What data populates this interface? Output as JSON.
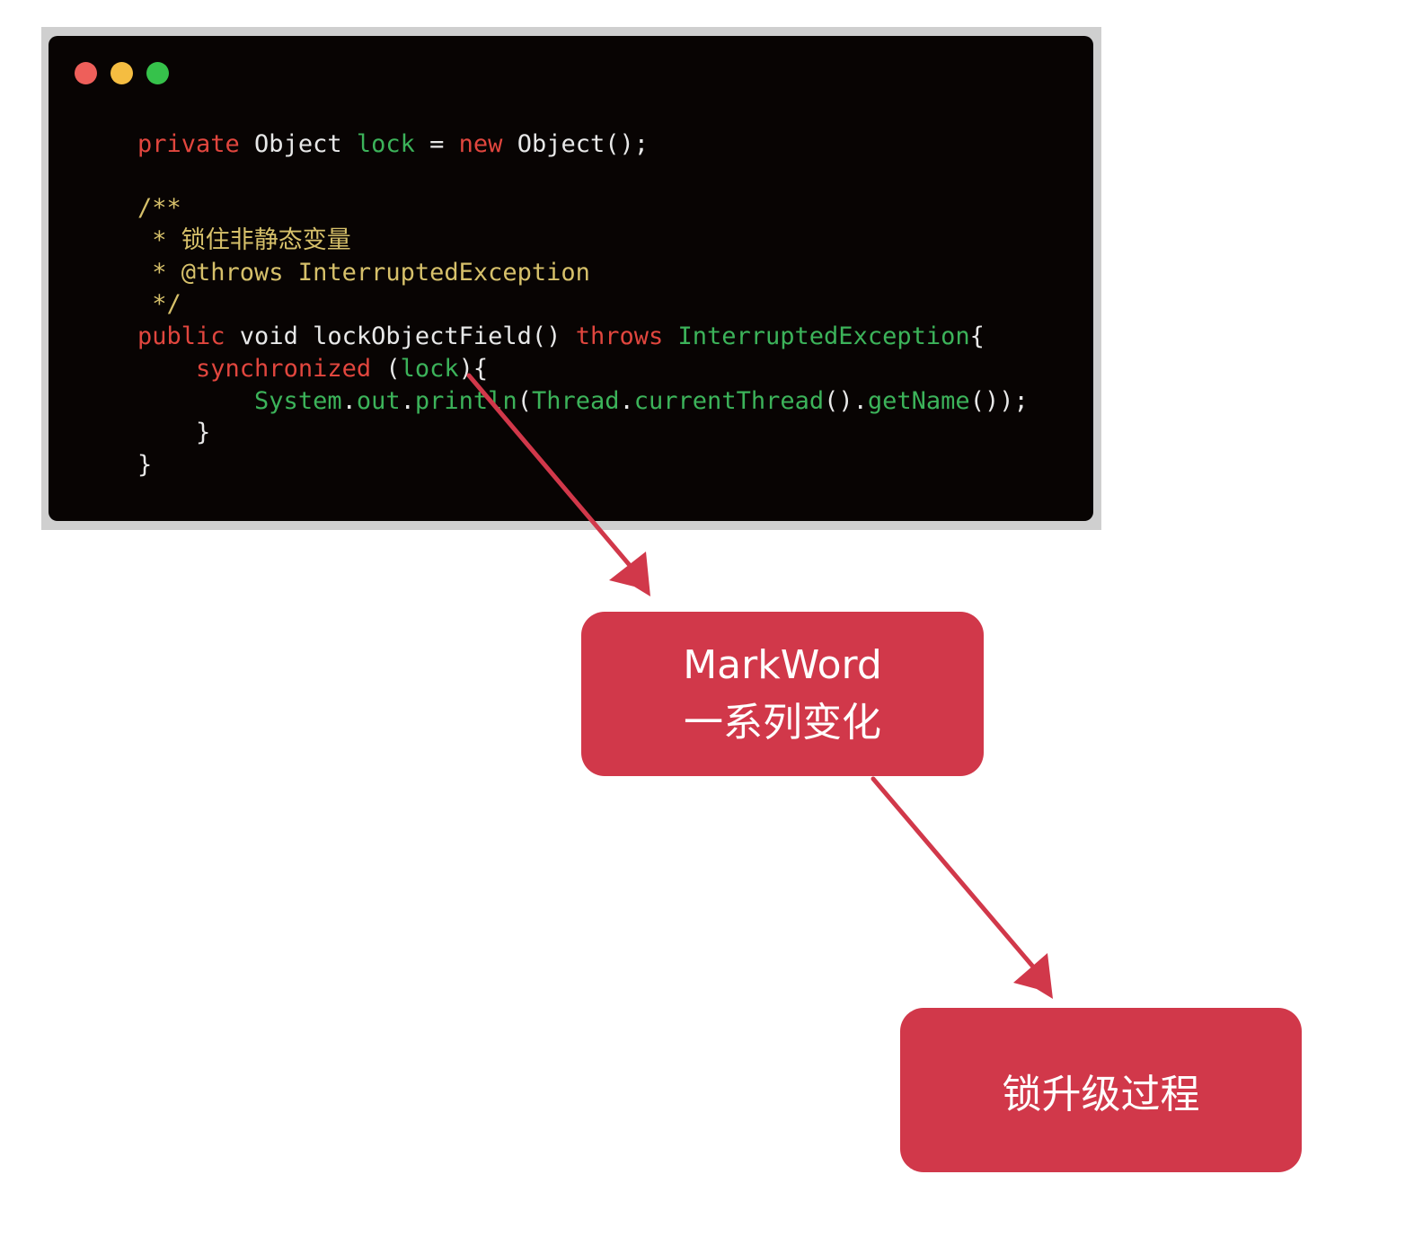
{
  "code_window": {
    "dots": [
      "close",
      "minimize",
      "maximize"
    ],
    "lines": [
      [
        {
          "t": "private",
          "c": "kw"
        },
        {
          "t": " Object ",
          "c": "ty"
        },
        {
          "t": "lock",
          "c": "gr"
        },
        {
          "t": " = ",
          "c": "pl"
        },
        {
          "t": "new",
          "c": "kw"
        },
        {
          "t": " Object();",
          "c": "ty"
        }
      ],
      [],
      [
        {
          "t": "/**",
          "c": "cm"
        }
      ],
      [
        {
          "t": " * 锁住非静态变量",
          "c": "cm"
        }
      ],
      [
        {
          "t": " * @throws InterruptedException",
          "c": "cm"
        }
      ],
      [
        {
          "t": " */",
          "c": "cm"
        }
      ],
      [
        {
          "t": "public",
          "c": "kw"
        },
        {
          "t": " void lockObjectField() ",
          "c": "ty"
        },
        {
          "t": "throws",
          "c": "kw"
        },
        {
          "t": " ",
          "c": "pl"
        },
        {
          "t": "InterruptedException",
          "c": "gr"
        },
        {
          "t": "{",
          "c": "pl"
        }
      ],
      [
        {
          "t": "    ",
          "c": "pl"
        },
        {
          "t": "synchronized",
          "c": "kw"
        },
        {
          "t": " (",
          "c": "pl"
        },
        {
          "t": "lock",
          "c": "gr"
        },
        {
          "t": "){",
          "c": "pl"
        }
      ],
      [
        {
          "t": "        ",
          "c": "pl"
        },
        {
          "t": "System",
          "c": "gr"
        },
        {
          "t": ".",
          "c": "pl"
        },
        {
          "t": "out",
          "c": "gr"
        },
        {
          "t": ".",
          "c": "pl"
        },
        {
          "t": "println",
          "c": "gr"
        },
        {
          "t": "(",
          "c": "pl"
        },
        {
          "t": "Thread",
          "c": "gr"
        },
        {
          "t": ".",
          "c": "pl"
        },
        {
          "t": "currentThread",
          "c": "gr"
        },
        {
          "t": "().",
          "c": "pl"
        },
        {
          "t": "getName",
          "c": "gr"
        },
        {
          "t": "());",
          "c": "pl"
        }
      ],
      [
        {
          "t": "    }",
          "c": "pl"
        }
      ],
      [
        {
          "t": "}",
          "c": "pl"
        }
      ]
    ]
  },
  "boxes": {
    "markword_line1": "MarkWord",
    "markword_line2": "一系列变化",
    "lock_upgrade": "锁升级过程"
  },
  "colors": {
    "accent": "#d1384a",
    "keyword": "#e1463e",
    "green": "#3cb35a",
    "comment": "#d6c06a",
    "code_bg": "#080403"
  }
}
